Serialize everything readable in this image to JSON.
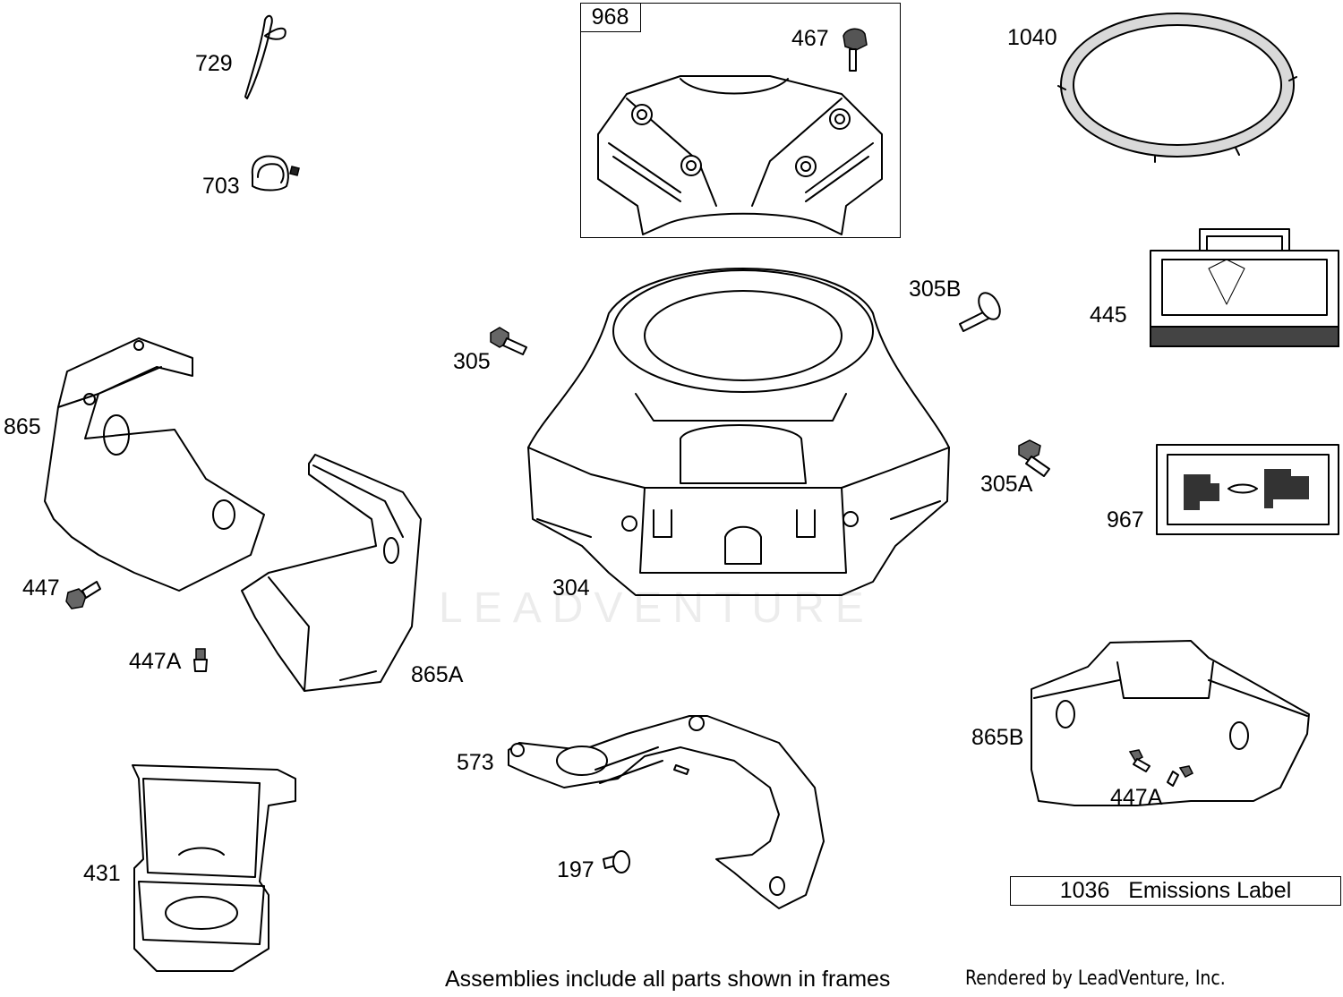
{
  "frame": {
    "tag": "968"
  },
  "labels": {
    "p729": "729",
    "p703": "703",
    "p467": "467",
    "p1040": "1040",
    "p305B": "305B",
    "p445": "445",
    "p305": "305",
    "p865": "865",
    "p305A": "305A",
    "p967": "967",
    "p304": "304",
    "p447": "447",
    "p447A_left": "447A",
    "p865A": "865A",
    "p573": "573",
    "p865B": "865B",
    "p447A_right": "447A",
    "p431": "431",
    "p197": "197"
  },
  "emissions": {
    "number": "1036",
    "text": "Emissions Label"
  },
  "watermark": "LEADVENTURE",
  "footer": {
    "note": "Assemblies include all parts shown in frames",
    "credit": "Rendered by LeadVenture, Inc."
  }
}
